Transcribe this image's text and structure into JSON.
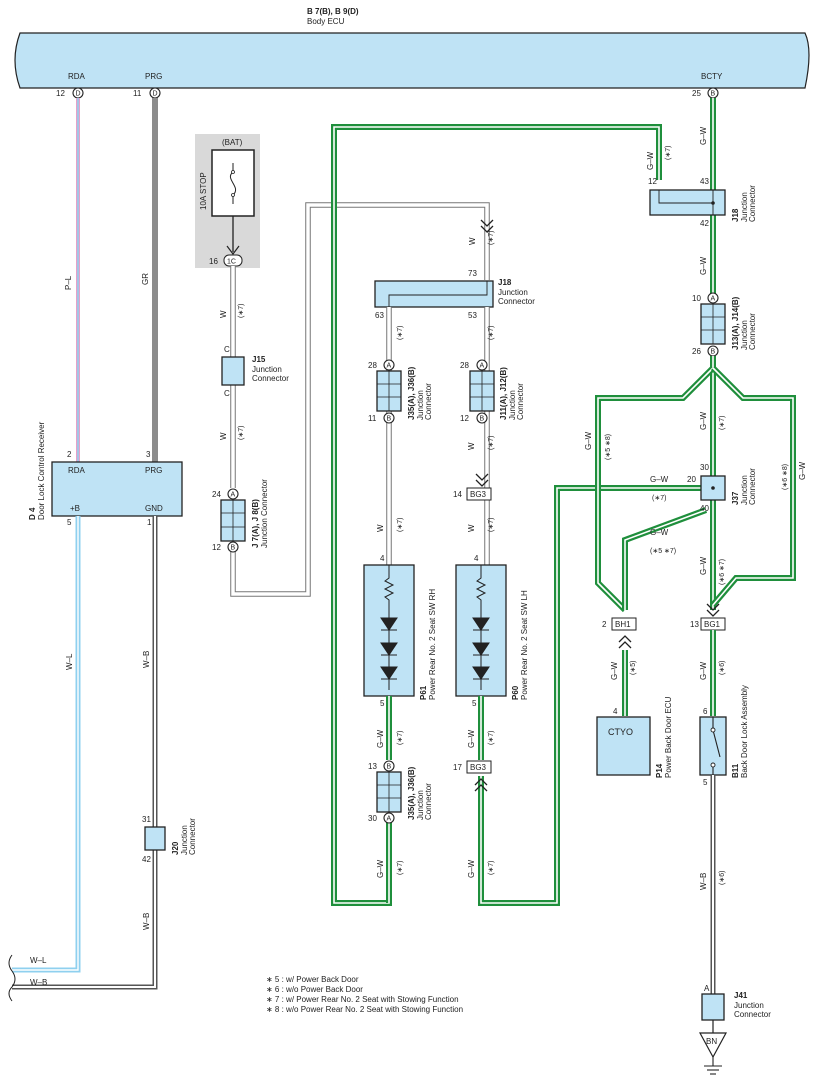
{
  "ecu": {
    "title": "B 7(B), B 9(D)",
    "name": "Body ECU",
    "pins": [
      {
        "label": "RDA",
        "num": "12",
        "conn": "D"
      },
      {
        "label": "PRG",
        "num": "11",
        "conn": "D"
      },
      {
        "label": "BCTY",
        "num": "25",
        "conn": "B"
      }
    ]
  },
  "fuse": {
    "source": "(BAT)",
    "name": "10A STOP",
    "pin": "16",
    "conn": "1C"
  },
  "wires": {
    "pl": "P–L",
    "gr": "GR",
    "w": "W",
    "gw": "G–W",
    "wl": "W–L",
    "wb": "W–B",
    "c": "C",
    "a": "A"
  },
  "notes": {
    "n5": "(∗5)",
    "n6": "(∗6)",
    "n7": "(∗7)",
    "n57": "(∗5 ∗7)",
    "n58": "(∗5 ∗8)",
    "n67": "(∗6 ∗7)",
    "n68": "(∗6 ∗8)"
  },
  "d4": {
    "id": "D 4",
    "name": "Door Lock Control Receiver",
    "rda": "RDA",
    "prg": "PRG",
    "b": "+B",
    "gnd": "GND",
    "p2": "2",
    "p3": "3",
    "p5": "5",
    "p1": "1"
  },
  "j15": {
    "id": "J15",
    "l1": "Junction",
    "l2": "Connector"
  },
  "j7": {
    "id": "J 7(A), J 8(B)",
    "name": "Junction Connector",
    "p24": "24",
    "pA": "A",
    "p12": "12",
    "pB": "B"
  },
  "j18a": {
    "id": "J18",
    "l1": "Junction",
    "l2": "Connector",
    "p73": "73",
    "p63": "63",
    "p53": "53"
  },
  "j35a": {
    "id": "J35(A), J36(B)",
    "l1": "Junction",
    "l2": "Connector",
    "p28": "28",
    "p11": "11"
  },
  "j11": {
    "id": "J11(A), J12(B)",
    "l1": "Junction",
    "l2": "Connector",
    "p28": "28",
    "p12": "12"
  },
  "bg3": {
    "name": "BG3",
    "p14": "14",
    "p17": "17"
  },
  "p61": {
    "id": "P61",
    "name": "Power Rear No. 2 Seat SW RH",
    "p4": "4",
    "p5": "5"
  },
  "p60": {
    "id": "P60",
    "name": "Power Rear No. 2 Seat SW LH",
    "p4": "4",
    "p5": "5"
  },
  "j35b": {
    "id": "J35(A), J36(B)",
    "l1": "Junction",
    "l2": "Connector",
    "p13": "13",
    "p30": "30"
  },
  "j18b": {
    "id": "J18",
    "l1": "Junction",
    "l2": "Connector",
    "p12": "12",
    "p43": "43",
    "p42": "42"
  },
  "j13": {
    "id": "J13(A), J14(B)",
    "l1": "Junction",
    "l2": "Connector",
    "p10": "10",
    "p26": "26"
  },
  "j37": {
    "id": "J37",
    "l1": "Junction",
    "l2": "Connector",
    "p30": "30",
    "p20": "20",
    "p40": "40"
  },
  "bh1": {
    "name": "BH1",
    "pin": "2"
  },
  "bg1": {
    "name": "BG1",
    "pin": "13"
  },
  "p14": {
    "id": "P14",
    "name": "Power Back Door ECU",
    "label": "CTYO",
    "pin": "4"
  },
  "b11": {
    "id": "B11",
    "name": "Back Door Lock Assembly",
    "p6": "6",
    "p5": "5"
  },
  "j20": {
    "id": "J20",
    "l1": "Junction",
    "l2": "Connector",
    "p31": "31",
    "p42": "42"
  },
  "j41": {
    "id": "J41",
    "l1": "Junction",
    "l2": "Connector",
    "pA": "A"
  },
  "ground": "BN",
  "legend": [
    "∗ 5 : w/ Power Back Door",
    "∗ 6 : w/o Power Back Door",
    "∗ 7 : w/ Power Rear No. 2 Seat with Stowing Function",
    "∗ 8 : w/o Power Rear No. 2 Seat with Stowing Function"
  ],
  "colors": {
    "ecu": "#bfe3f5",
    "green": "#1f8f3c",
    "gray": "#8c8c8c",
    "blue": "#8fd0ef",
    "pink": "#e7a0c8"
  }
}
